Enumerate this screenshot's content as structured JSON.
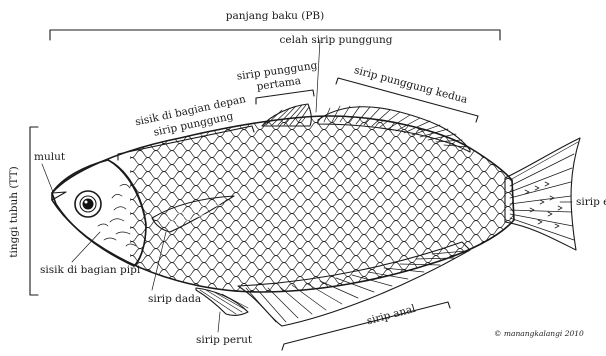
{
  "diagram": {
    "labels": {
      "standard_length": "panjang baku (PB)",
      "dorsal_notch": "celah sirip punggung",
      "first_dorsal_line1": "sirip punggung",
      "first_dorsal_line2": "pertama",
      "second_dorsal": "sirip punggung kedua",
      "scales_front_line1": "sisik di bagian depan",
      "scales_front_line2": "sirip punggung",
      "body_height": "tinggi tubuh (TT)",
      "mouth": "mulut",
      "caudal_fin": "sirip ekor",
      "cheek_scales": "sisik di bagian pipi",
      "pectoral_fin": "sirip dada",
      "pelvic_fin": "sirip perut",
      "anal_fin": "sirip anal",
      "credit": "© manangkalangi 2010"
    }
  }
}
